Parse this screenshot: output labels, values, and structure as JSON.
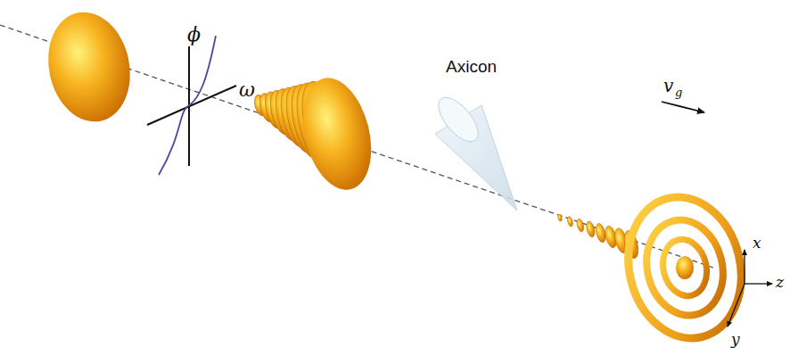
{
  "diagram": {
    "labels": [
      "ϕ",
      "ω",
      "Axicon",
      "v",
      "g",
      "x",
      "y",
      "z"
    ]
  }
}
